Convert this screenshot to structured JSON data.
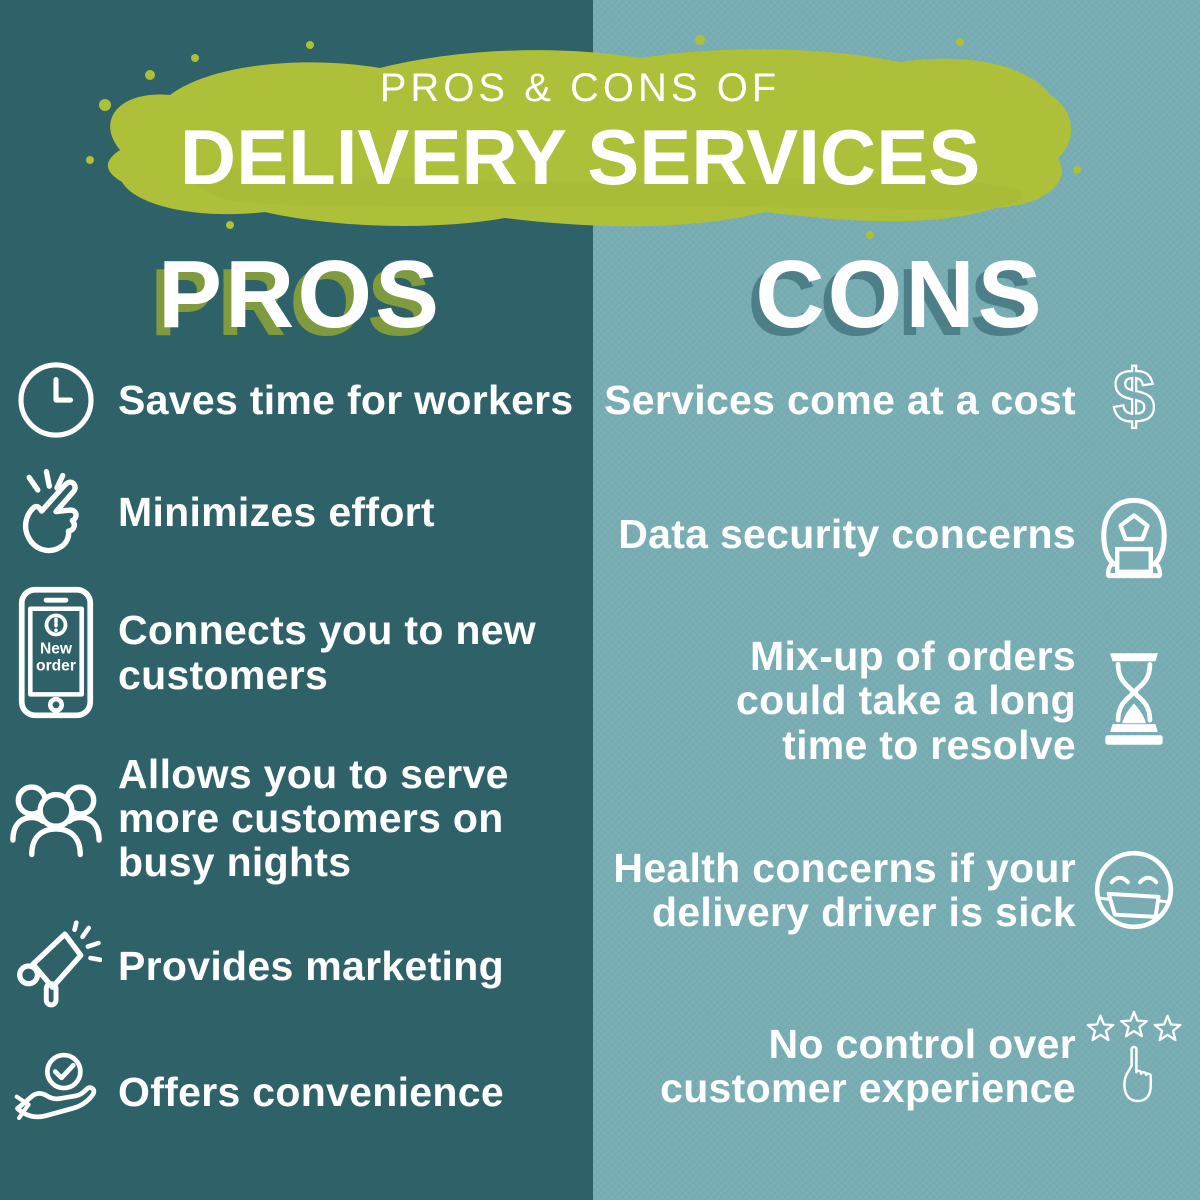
{
  "header": {
    "title_line1": "PROS & CONS OF",
    "title_line2": "DELIVERY SERVICES"
  },
  "colors": {
    "left_background": "#2f6168",
    "right_background": "#77adb3",
    "brush_green": "#aebf3a",
    "pros_heading_shadow": "#7f9b3e",
    "cons_heading_shadow": "#4d7f88",
    "text": "#ffffff"
  },
  "pros": {
    "heading": "PROS",
    "items": [
      {
        "icon": "clock-icon",
        "text": "Saves time for workers"
      },
      {
        "icon": "finger-snap-icon",
        "text": "Minimizes effort"
      },
      {
        "icon": "phone-new-order-icon",
        "text": "Connects you to new customers",
        "icon_text_line1": "New",
        "icon_text_line2": "order"
      },
      {
        "icon": "customers-group-icon",
        "text": "Allows you to serve more customers on busy nights"
      },
      {
        "icon": "megaphone-icon",
        "text": "Provides marketing"
      },
      {
        "icon": "hand-check-icon",
        "text": "Offers convenience"
      }
    ]
  },
  "cons": {
    "heading": "CONS",
    "items": [
      {
        "icon": "dollar-sign-icon",
        "icon_glyph": "$",
        "text": "Services come at a cost"
      },
      {
        "icon": "hacker-icon",
        "text": "Data security concerns"
      },
      {
        "icon": "hourglass-icon",
        "text": "Mix-up of orders could take a long time to resolve"
      },
      {
        "icon": "mask-face-icon",
        "text": "Health concerns if your delivery driver is sick"
      },
      {
        "icon": "rating-stars-hand-icon",
        "text": "No control over customer experience"
      }
    ]
  }
}
